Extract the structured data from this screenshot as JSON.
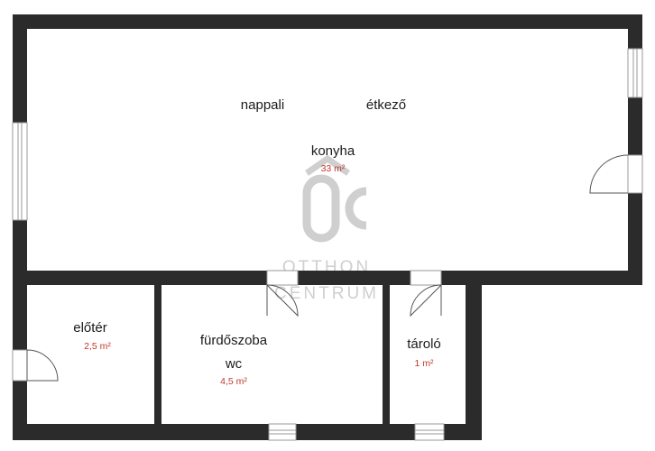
{
  "floor_plan": {
    "rooms": [
      {
        "id": "nappali",
        "label": "nappali"
      },
      {
        "id": "etkezo",
        "label": "étkező"
      },
      {
        "id": "konyha",
        "label": "konyha",
        "area": "33 m²"
      },
      {
        "id": "eloter",
        "label": "előtér",
        "area": "2,5 m²"
      },
      {
        "id": "furdoszoba",
        "label": "fürdőszoba"
      },
      {
        "id": "wc",
        "label": "wc",
        "area": "4,5 m²"
      },
      {
        "id": "tarolo",
        "label": "tároló",
        "area": "1 m²"
      }
    ]
  },
  "watermark": {
    "monogram": "ÔC",
    "line1": "OTTHON",
    "line2": "CENTRUM"
  },
  "colors": {
    "wall": "#2b2b2b",
    "area_text": "#c0392b",
    "watermark": "#c9c9c9",
    "window": "#b5b5b5"
  }
}
